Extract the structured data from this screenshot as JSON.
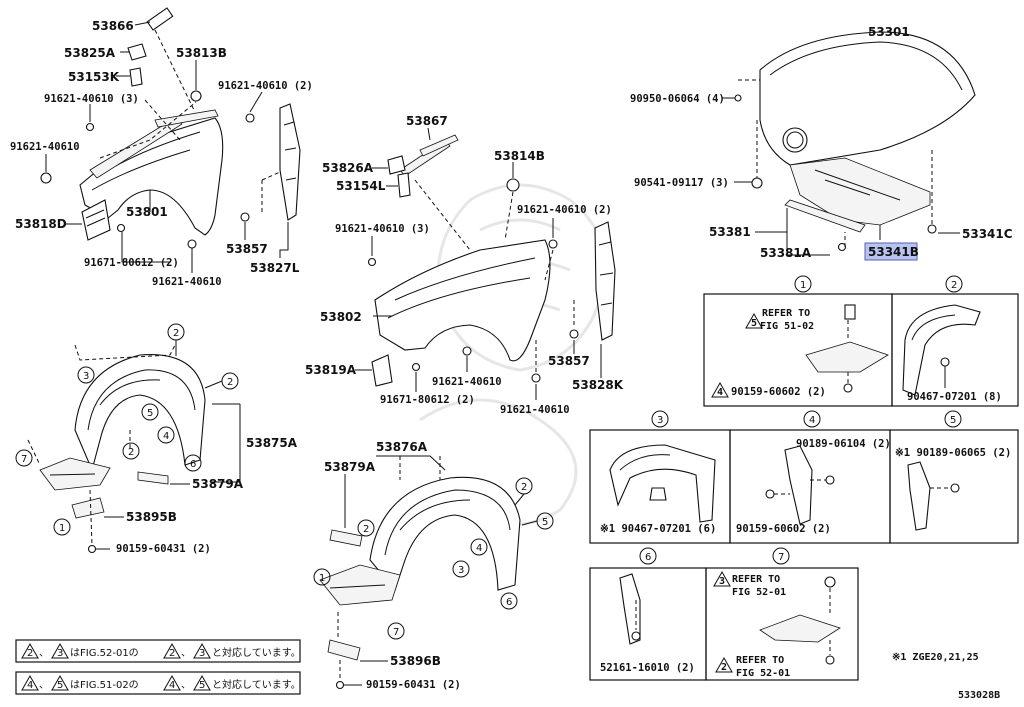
{
  "highlight": "#b9c3f0",
  "labels": {
    "p53866": "53866",
    "p53825A": "53825A",
    "p53813B": "53813B",
    "p53153K": "53153K",
    "p53301": "53301",
    "p53867": "53867",
    "p53826A": "53826A",
    "p53814B": "53814B",
    "p53154L": "53154L",
    "p53801": "53801",
    "p53818D": "53818D",
    "p53857a": "53857",
    "p53827L": "53827L",
    "p53802": "53802",
    "p53819A": "53819A",
    "p53857b": "53857",
    "p53828K": "53828K",
    "p53381": "53381",
    "p53381A": "53381A",
    "p53341B": "53341B",
    "p53341C": "53341C",
    "p53875A": "53875A",
    "p53879A_l": "53879A",
    "p53895B": "53895B",
    "p53876A": "53876A",
    "p53879A_c": "53879A",
    "p53896B": "53896B"
  },
  "parts": {
    "n91621_40610_3a": "91621-40610 (3)",
    "n91621_40610_2a": "91621-40610 (2)",
    "n91621_40610_a": "91621-40610",
    "n91671_80612_2a": "91671-80612 (2)",
    "n91621_40610_b": "91621-40610",
    "n91621_40610_3b": "91621-40610 (3)",
    "n91621_40610_2b": "91621-40610 (2)",
    "n91621_40610_c": "91621-40610",
    "n91671_80612_2b": "91671-80612 (2)",
    "n91621_40610_d": "91621-40610",
    "n90950_06064_4": "90950-06064 (4)",
    "n90541_09117_3": "90541-09117 (3)",
    "n90159_60431_2a": "90159-60431 (2)",
    "n90159_60431_2b": "90159-60431 (2)",
    "n90159_60602_2a": "90159-60602 (2)",
    "n90467_07201_8": "90467-07201 (8)",
    "n90467_07201_6": "※1 90467-07201 (6)",
    "n90189_06104_2": "90189-06104 (2)",
    "n90159_60602_2b": "90159-60602 (2)",
    "n90189_06065_2": "※1 90189-06065 (2)",
    "n52161_16010_2": "52161-16010 (2)"
  },
  "callouts": [
    "1",
    "2",
    "3",
    "4",
    "5",
    "6",
    "7"
  ],
  "notes": {
    "refer_to": "REFER TO",
    "fig_51_02": "FIG 51-02",
    "fig_52_01": "FIG 52-01",
    "tri5": "5",
    "tri4": "4",
    "tri3": "3",
    "tri2": "2",
    "jp1_a": "2",
    "jp1_b": "3",
    "jp1_text1": "はFIG.52-01の",
    "jp1_c": "2",
    "jp1_d": "3",
    "jp1_text2": "と対応しています。",
    "jp2_a": "4",
    "jp2_b": "5",
    "jp2_text1": "はFIG.51-02の",
    "jp2_c": "4",
    "jp2_d": "5",
    "jp2_text2": "と対応しています。",
    "sep": "、",
    "footnote": "※1 ZGE20,21,25",
    "figure_code": "533028B"
  }
}
